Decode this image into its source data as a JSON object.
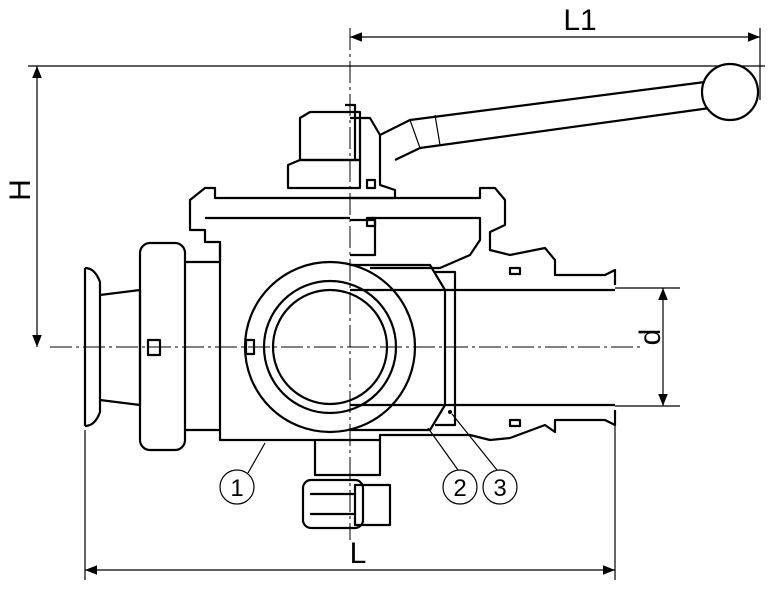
{
  "dimensions": {
    "L1": "L1",
    "H": "H",
    "d": "d",
    "L": "L"
  },
  "callouts": [
    {
      "number": "1"
    },
    {
      "number": "2"
    },
    {
      "number": "3"
    }
  ]
}
